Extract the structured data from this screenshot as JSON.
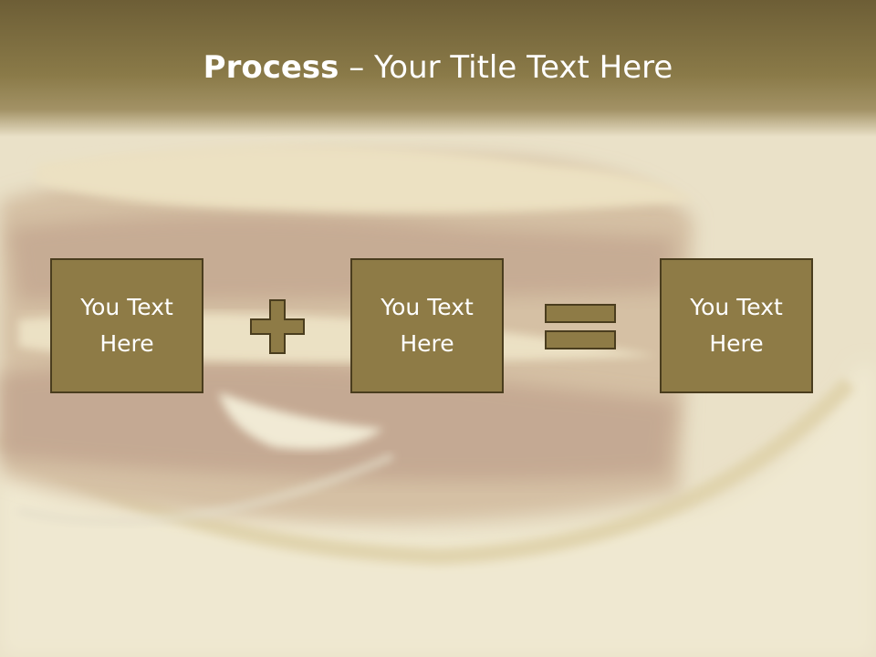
{
  "slide": {
    "title_bold": "Process",
    "title_separator": " – ",
    "title_rest": "Your Title Text Here"
  },
  "boxes": [
    {
      "label": "You Text Here"
    },
    {
      "label": "You Text Here"
    },
    {
      "label": "You Text Here"
    }
  ],
  "operators": [
    "plus",
    "equals"
  ],
  "colors": {
    "box_fill": "#8e7b46",
    "box_border": "#4a3d1e",
    "title_band": "#7a6a3f",
    "text": "#ffffff"
  }
}
